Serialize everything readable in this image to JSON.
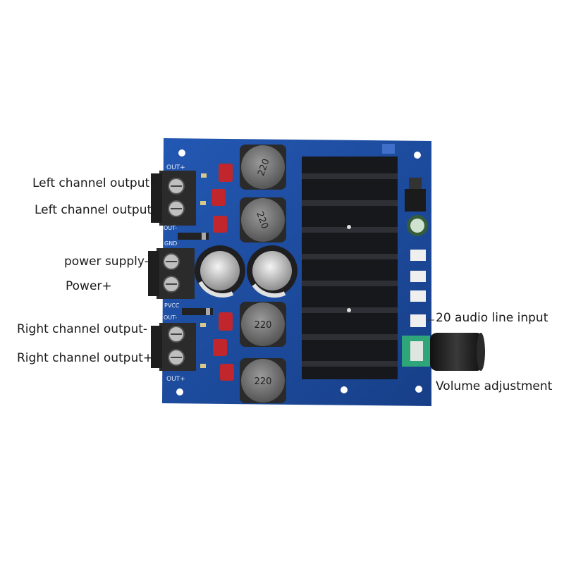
{
  "labels": {
    "left_out_plus": "Left channel output+",
    "left_out_minus": "Left channel output-",
    "power_minus": "power supply-",
    "power_plus": "Power+",
    "right_out_minus": "Right channel output-",
    "right_out_plus": "Right channel output+",
    "audio_input": "20 audio line input",
    "volume": "Volume adjustment"
  },
  "board": {
    "silk": {
      "out_top": "OUT+",
      "out_top2": "OUT-",
      "gnd": "GND",
      "pvcc": "PVCC",
      "out_bot": "OUT-",
      "out_bot2": "OUT+"
    },
    "inductor_values": [
      "220",
      "220",
      "220",
      "220"
    ],
    "colors": {
      "pcb": "#1c4fa3",
      "heatsink": "#17181b",
      "terminal": "#2a2a2a",
      "capacitor_red": "#c0262c"
    }
  }
}
